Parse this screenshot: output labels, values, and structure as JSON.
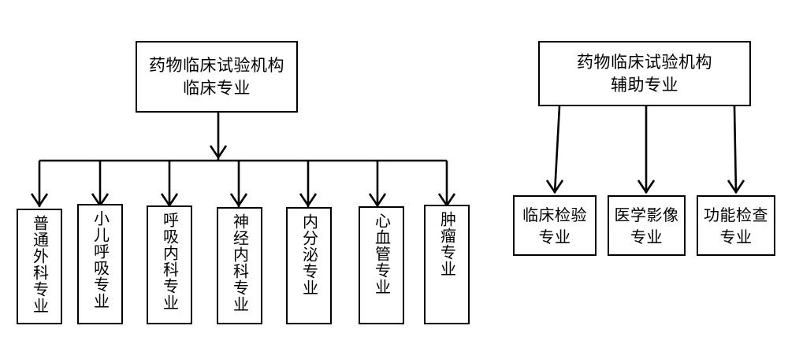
{
  "diagram": {
    "type": "organization-chart",
    "background_color": "#ffffff",
    "line_color": "#000000",
    "text_color": "#000000",
    "branches": [
      {
        "id": "clinical",
        "root": {
          "label": "药物临床试验机构\n临床专业",
          "line1": "药物临床试验机构",
          "line2": "临床专业"
        },
        "connector_style": "bus-bar",
        "children": [
          {
            "label": "普通外科专业",
            "orientation": "vertical"
          },
          {
            "label": "小儿呼吸专业",
            "orientation": "vertical"
          },
          {
            "label": "呼吸内科专业",
            "orientation": "vertical"
          },
          {
            "label": "神经内科专业",
            "orientation": "vertical"
          },
          {
            "label": "内分泌专业",
            "orientation": "vertical"
          },
          {
            "label": "心血管专业",
            "orientation": "vertical"
          },
          {
            "label": "肿瘤专业",
            "orientation": "vertical"
          }
        ]
      },
      {
        "id": "auxiliary",
        "root": {
          "label": "药物临床试验机构\n辅助专业",
          "line1": "药物临床试验机构",
          "line2": "辅助专业"
        },
        "connector_style": "direct-arrows",
        "children": [
          {
            "label": "临床检验\n专业",
            "orientation": "horizontal"
          },
          {
            "label": "医学影像\n专业",
            "orientation": "horizontal"
          },
          {
            "label": "功能检查\n专业",
            "orientation": "horizontal"
          }
        ]
      }
    ]
  }
}
